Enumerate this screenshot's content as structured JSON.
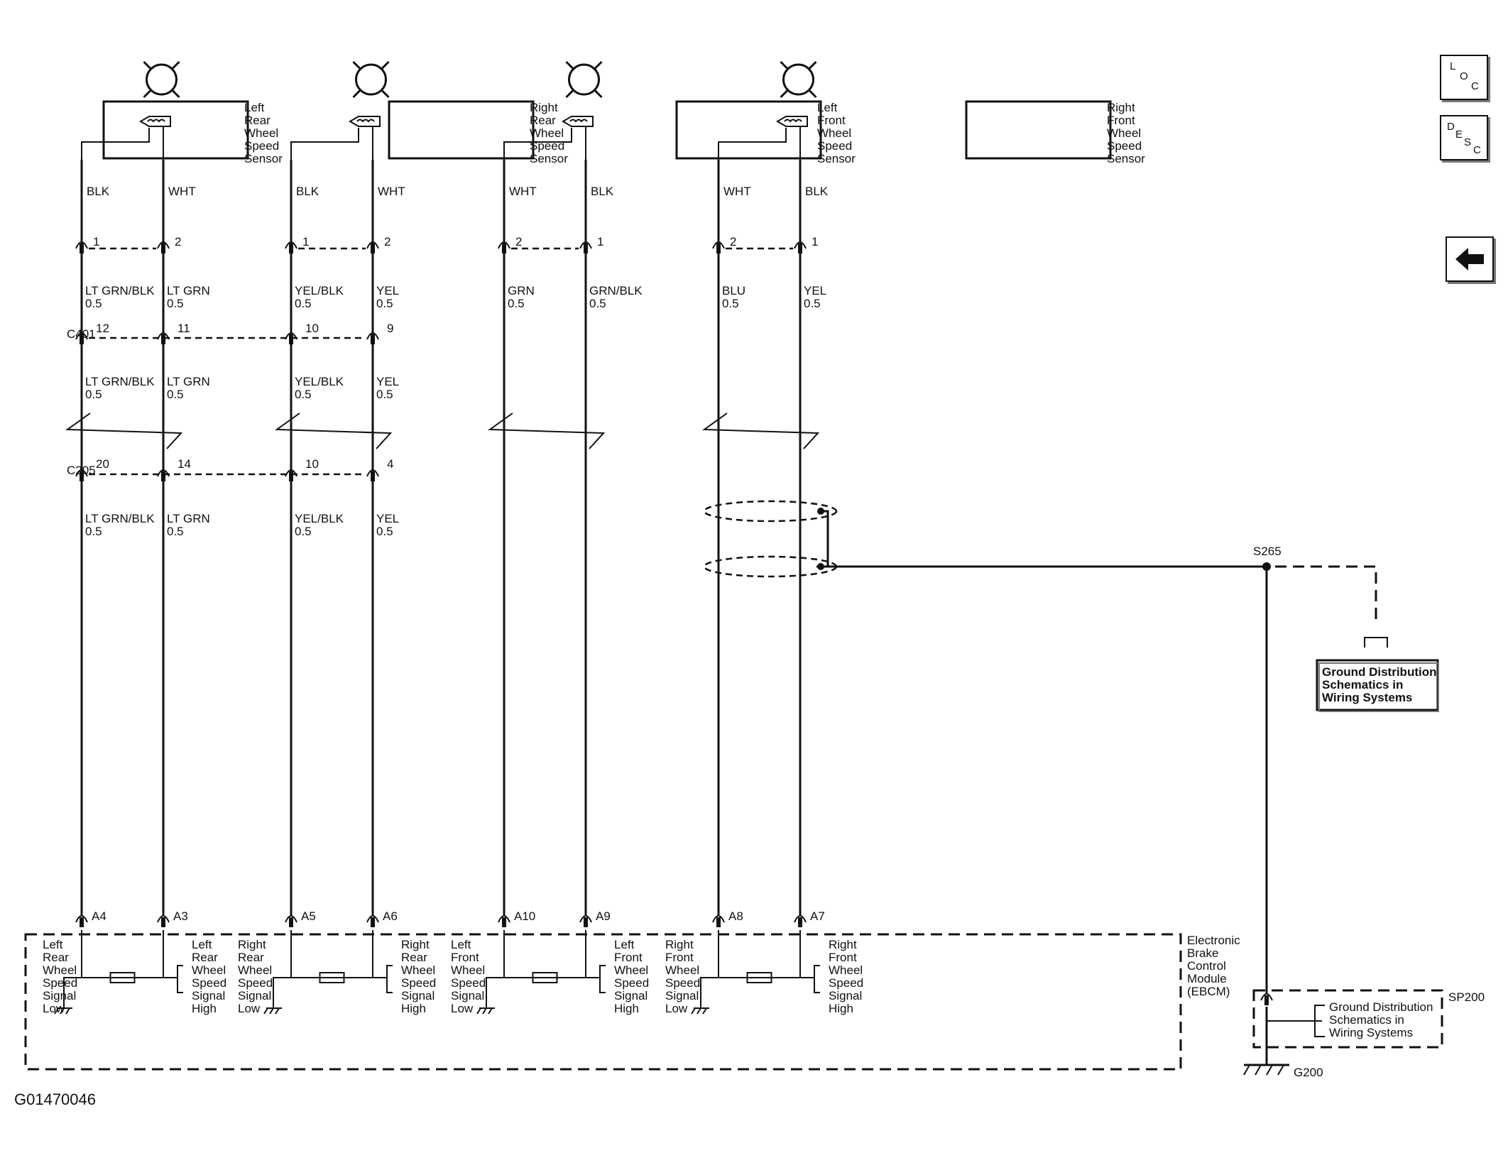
{
  "figure_id": "G01470046",
  "nav": {
    "loc": [
      "L",
      "O",
      "C"
    ],
    "desc": [
      "D",
      "E",
      "S",
      "C"
    ],
    "back_icon": "left-arrow-icon"
  },
  "sensors": [
    {
      "name": [
        "Left",
        "Rear",
        "Wheel",
        "Speed",
        "Sensor"
      ],
      "wires": [
        {
          "top": "BLK",
          "pin": "1",
          "c401a": "LT GRN/BLK",
          "c401b": "LT GRN/BLK",
          "c205": "LT GRN/BLK",
          "c401pin": "12",
          "c205pin": "20",
          "ebcm": "A4"
        },
        {
          "top": "WHT",
          "pin": "2",
          "c401a": "LT GRN",
          "c401b": "LT GRN",
          "c205": "LT GRN",
          "c401pin": "11",
          "c205pin": "14",
          "ebcm": "A3"
        }
      ],
      "signals": [
        [
          "Left",
          "Rear",
          "Wheel",
          "Speed",
          "Signal",
          "Low"
        ],
        [
          "Left",
          "Rear",
          "Wheel",
          "Speed",
          "Signal",
          "High"
        ]
      ]
    },
    {
      "name": [
        "Right",
        "Rear",
        "Wheel",
        "Speed",
        "Sensor"
      ],
      "wires": [
        {
          "top": "BLK",
          "pin": "1",
          "c401a": "YEL/BLK",
          "c401b": "YEL/BLK",
          "c205": "YEL/BLK",
          "c401pin": "10",
          "c205pin": "10",
          "ebcm": "A5"
        },
        {
          "top": "WHT",
          "pin": "2",
          "c401a": "YEL",
          "c401b": "YEL",
          "c205": "YEL",
          "c401pin": "9",
          "c205pin": "4",
          "ebcm": "A6"
        }
      ],
      "signals": [
        [
          "Right",
          "Rear",
          "Wheel",
          "Speed",
          "Signal",
          "Low"
        ],
        [
          "Right",
          "Rear",
          "Wheel",
          "Speed",
          "Signal",
          "High"
        ]
      ]
    },
    {
      "name": [
        "Left",
        "Front",
        "Wheel",
        "Speed",
        "Sensor"
      ],
      "wires": [
        {
          "top": "WHT",
          "pin": "2",
          "c401a": "GRN",
          "ebcm": "A10"
        },
        {
          "top": "BLK",
          "pin": "1",
          "c401a": "GRN/BLK",
          "ebcm": "A9"
        }
      ],
      "signals": [
        [
          "Left",
          "Front",
          "Wheel",
          "Speed",
          "Signal",
          "Low"
        ],
        [
          "Left",
          "Front",
          "Wheel",
          "Speed",
          "Signal",
          "High"
        ]
      ]
    },
    {
      "name": [
        "Right",
        "Front",
        "Wheel",
        "Speed",
        "Sensor"
      ],
      "wires": [
        {
          "top": "WHT",
          "pin": "2",
          "c401a": "BLU",
          "ebcm": "A8"
        },
        {
          "top": "BLK",
          "pin": "1",
          "c401a": "YEL",
          "ebcm": "A7"
        }
      ],
      "signals": [
        [
          "Right",
          "Front",
          "Wheel",
          "Speed",
          "Signal",
          "Low"
        ],
        [
          "Right",
          "Front",
          "Wheel",
          "Speed",
          "Signal",
          "High"
        ]
      ]
    }
  ],
  "gauge": "0.5",
  "connectors": {
    "c401": "C401",
    "c205": "C205"
  },
  "ebcm_name": [
    "Electronic",
    "Brake",
    "Control",
    "Module",
    "(EBCM)"
  ],
  "splice": "S265",
  "ground_ref": [
    "Ground Distribution",
    "Schematics in",
    "Wiring Systems"
  ],
  "sp200_ref": [
    "Ground Distribution",
    "Schematics in",
    "Wiring Systems"
  ],
  "sp200": "SP200",
  "g200": "G200"
}
